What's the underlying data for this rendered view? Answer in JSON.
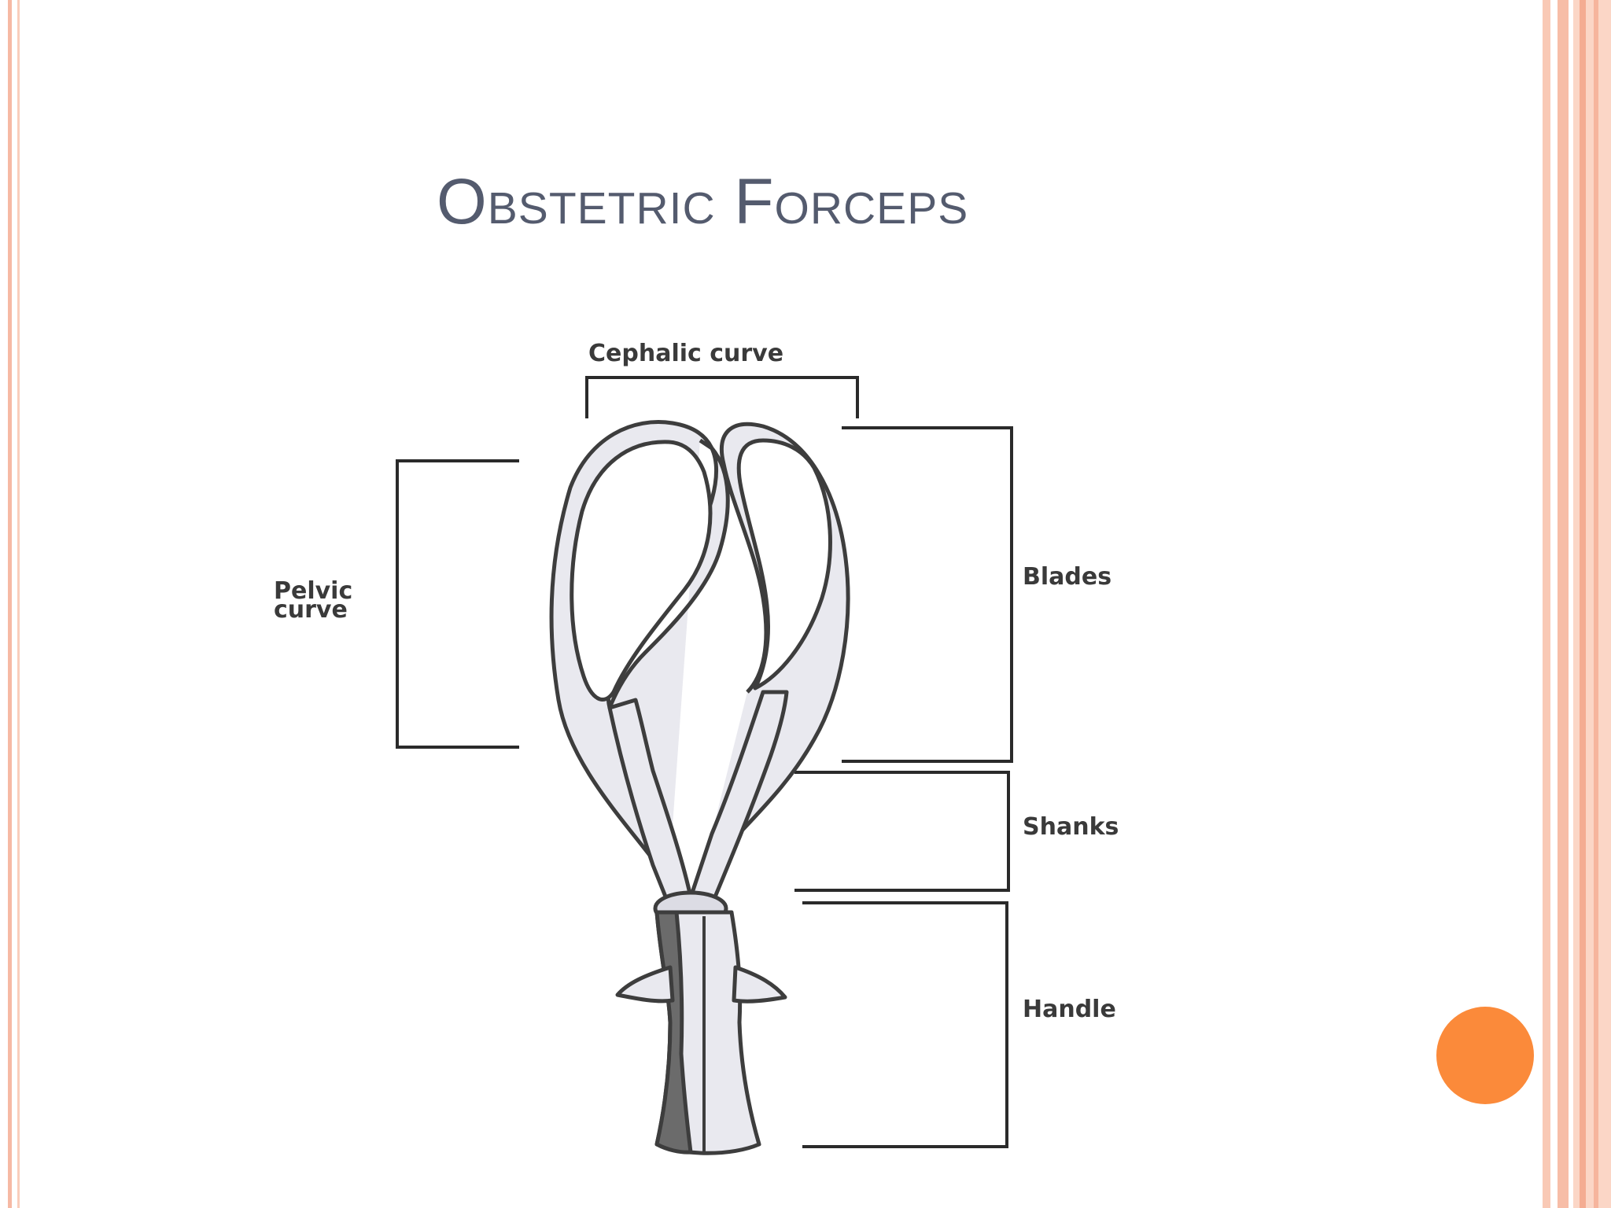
{
  "slide": {
    "title": "Obstetric Forceps"
  },
  "diagram": {
    "labels": {
      "cephalic_curve": "Cephalic curve",
      "pelvic_curve_line1": "Pelvic",
      "pelvic_curve_line2": "curve",
      "blades": "Blades",
      "shanks": "Shanks",
      "handle": "Handle"
    }
  },
  "colors": {
    "title": "#545b6e",
    "accent_dot": "#fb8a3a",
    "border": "#f6b9a4"
  }
}
